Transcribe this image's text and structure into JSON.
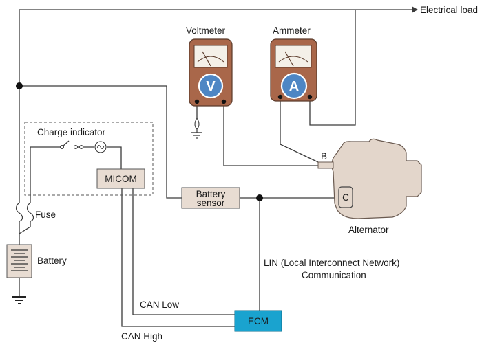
{
  "labels": {
    "electrical_load": "Electrical load",
    "voltmeter": "Voltmeter",
    "ammeter": "Ammeter",
    "voltmeter_symbol": "V",
    "ammeter_symbol": "A",
    "charge_indicator": "Charge indicator",
    "micom": "MICOM",
    "fuse": "Fuse",
    "battery": "Battery",
    "battery_sensor_line1": "Battery",
    "battery_sensor_line2": "sensor",
    "terminal_b": "B",
    "terminal_c": "C",
    "alternator": "Alternator",
    "lin_line1": "LIN (Local Interconnect Network)",
    "lin_line2": "Communication",
    "can_low": "CAN Low",
    "can_high": "CAN High",
    "ecm": "ECM"
  },
  "colors": {
    "meter_body": "#a9674a",
    "meter_disc": "#4e86c4",
    "box_fill": "#e8dcd2",
    "alternator_fill": "#e3d6cb",
    "ecm_fill": "#1aa3cf",
    "wire": "#3a3a3a"
  }
}
